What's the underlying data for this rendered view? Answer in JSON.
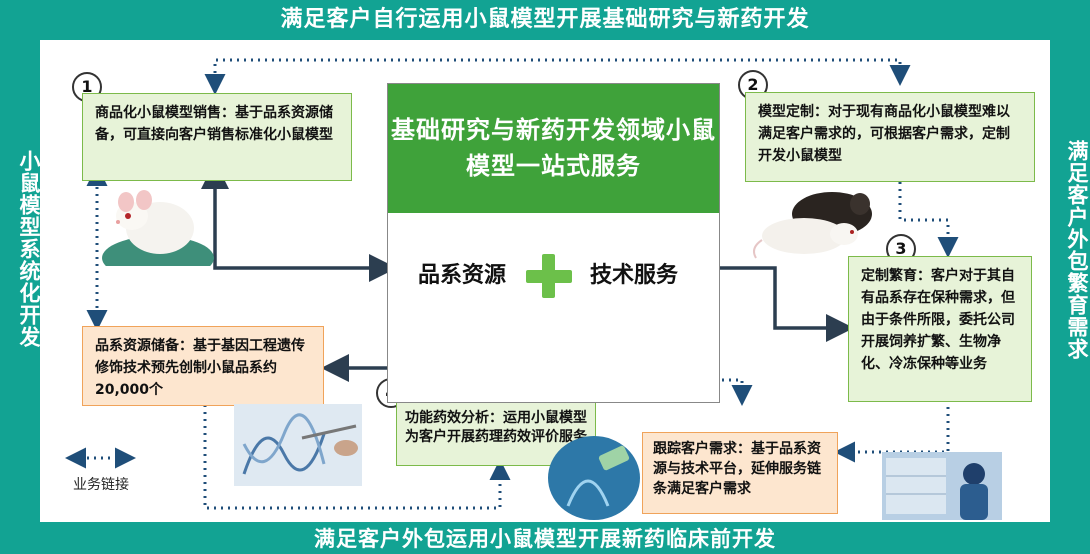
{
  "top_band": "满足客户自行运用小鼠模型开展基础研究与新药开发",
  "bottom_band": "满足客户外包运用小鼠模型开展新药临床前开发",
  "left_side": "小鼠模型系统化开发",
  "right_side": "满足客户外包繁育需求",
  "center": {
    "title": "基础研究与新药开发领域小鼠模型一站式服务",
    "resources": "品系资源",
    "services": "技术服务"
  },
  "boxes": {
    "b1": {
      "number": "1",
      "text": "商品化小鼠模型销售：基于品系资源储备，可直接向客户销售标准化小鼠模型"
    },
    "b2": {
      "number": "2",
      "text": "模型定制：对于现有商品化小鼠模型难以满足客户需求的，可根据客户需求，定制开发小鼠模型"
    },
    "b3": {
      "number": "3",
      "text": "定制繁育：客户对于其自有品系存在保种需求，但由于条件所限，委托公司开展饲养扩繁、生物净化、冷冻保种等业务"
    },
    "b4": {
      "number": "4",
      "text": "功能药效分析：运用小鼠模型为客户开展药理药效评价服务"
    },
    "reserve": {
      "text": "品系资源储备：基于基因工程遗传修饰技术预先创制小鼠品系约20,000个"
    },
    "tracking": {
      "text": "跟踪客户需求：基于品系资源与技术平台，延伸服务链条满足客户需求"
    }
  },
  "legend": {
    "label": "业务链接"
  },
  "colors": {
    "frame": "#12a393",
    "center_head": "#3fa23a",
    "green_box": "#e7f3d8",
    "orange_box": "#fde6cf",
    "link_dotted": "#1f4e79",
    "arrow_solid": "#2c3e50"
  }
}
